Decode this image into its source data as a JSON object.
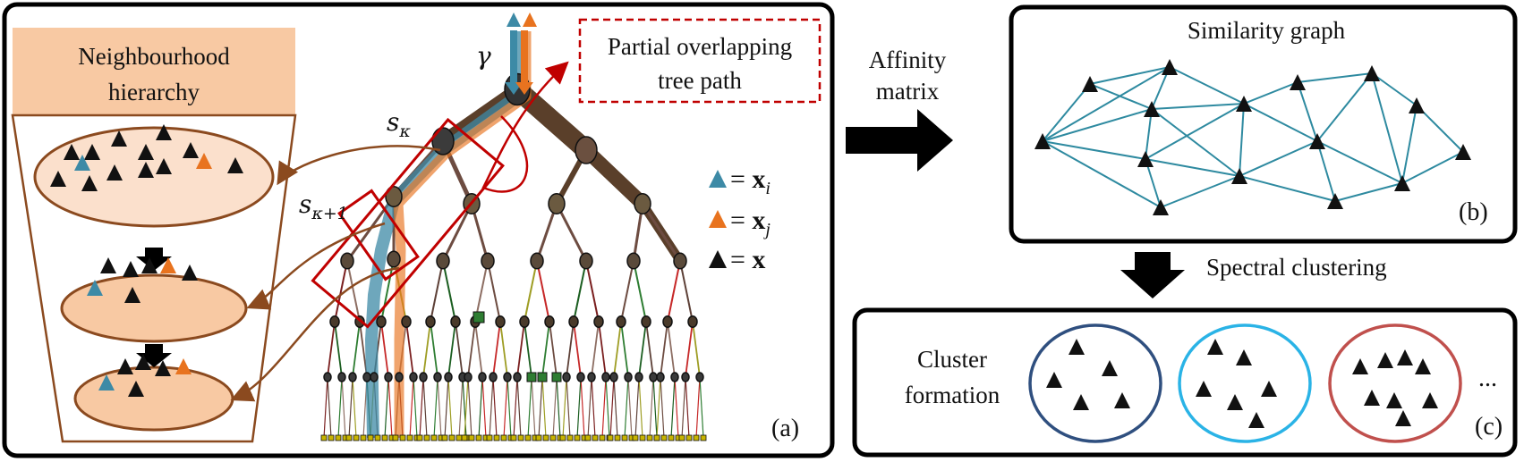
{
  "panel_a": {
    "hierarchy_title": [
      "Neighbourhood",
      "hierarchy"
    ],
    "overlap_label": [
      "Partial overlapping",
      "tree path"
    ],
    "gamma": "γ",
    "s_kappa": "s",
    "s_kappa_sub": "κ",
    "s_kappa1_sub": "κ+1",
    "legend": [
      {
        "symbol": "= ",
        "var": "x",
        "sub": "i",
        "color": "#3d8aa6"
      },
      {
        "symbol": "= ",
        "var": "x",
        "sub": "j",
        "color": "#e8731f"
      },
      {
        "symbol": "= ",
        "var": "x",
        "sub": "",
        "color": "#111111"
      }
    ],
    "tag": "(a)"
  },
  "arrow_label": [
    "Affinity",
    "matrix"
  ],
  "panel_b": {
    "title": "Similarity graph",
    "tag": "(b)"
  },
  "spectral_label": "Spectral clustering",
  "panel_c": {
    "label": [
      "Cluster",
      "formation"
    ],
    "ellipsis": "...",
    "tag": "(c)",
    "cluster_colors": [
      "#2f4f7f",
      "#2ab3e6",
      "#c0504d"
    ]
  },
  "colors": {
    "blue_point": "#3d8aa6",
    "orange_point": "#e8731f",
    "graph_edge": "#2e8aa0",
    "frame_red": "#c00000",
    "branch_brown": "#5a3f2a",
    "hierarchy_fill": "#f8c9a3"
  }
}
